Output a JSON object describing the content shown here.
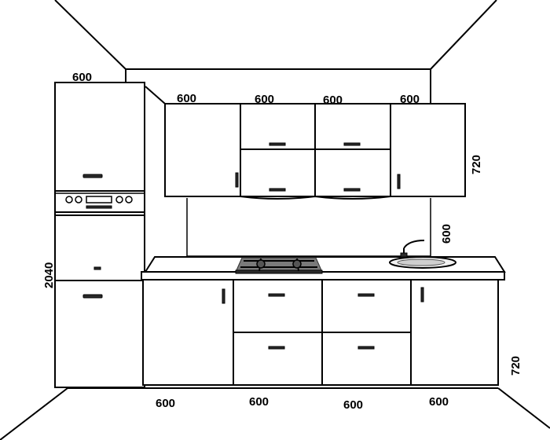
{
  "dimensions": {
    "tall_unit_width": "600",
    "tall_unit_height": "2040",
    "wall_cabinet_widths": [
      "600",
      "600",
      "600",
      "600"
    ],
    "wall_cabinet_height": "720",
    "backsplash_height": "600",
    "base_cabinet_widths": [
      "600",
      "600",
      "600",
      "600"
    ],
    "base_cabinet_height": "720"
  }
}
